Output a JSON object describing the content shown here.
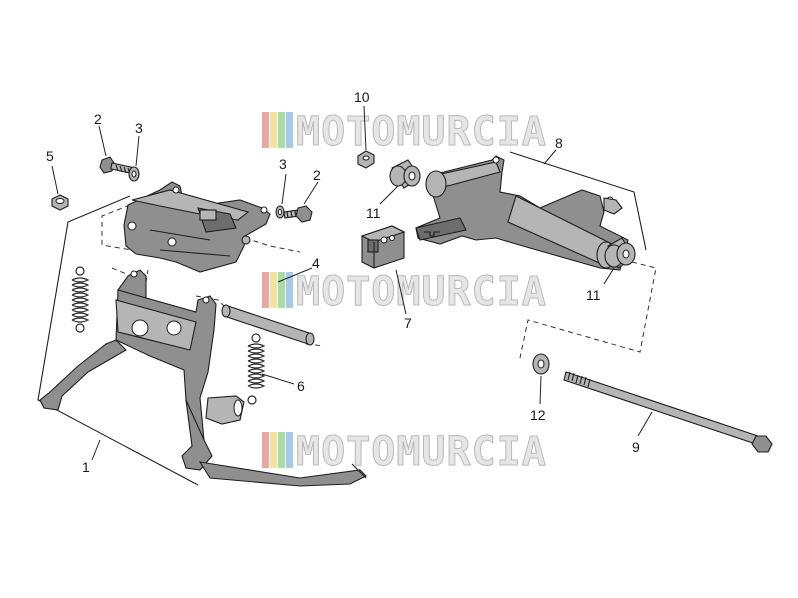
{
  "watermark": {
    "text": "MOTOMURCIA",
    "stripe_colors": [
      "#e9a7a3",
      "#f1e39a",
      "#a9dba4",
      "#a9c7ea"
    ]
  },
  "labels": {
    "l1": "1",
    "l2a": "2",
    "l2b": "2",
    "l3a": "3",
    "l3b": "3",
    "l4": "4",
    "l5": "5",
    "l6": "6",
    "l7": "7",
    "l8": "8",
    "l9": "9",
    "l10": "10",
    "l11a": "11",
    "l11b": "11",
    "l12": "12"
  },
  "colors": {
    "part": "#8f8f8f",
    "line": "#1e1e1e",
    "background": "#ffffff"
  }
}
